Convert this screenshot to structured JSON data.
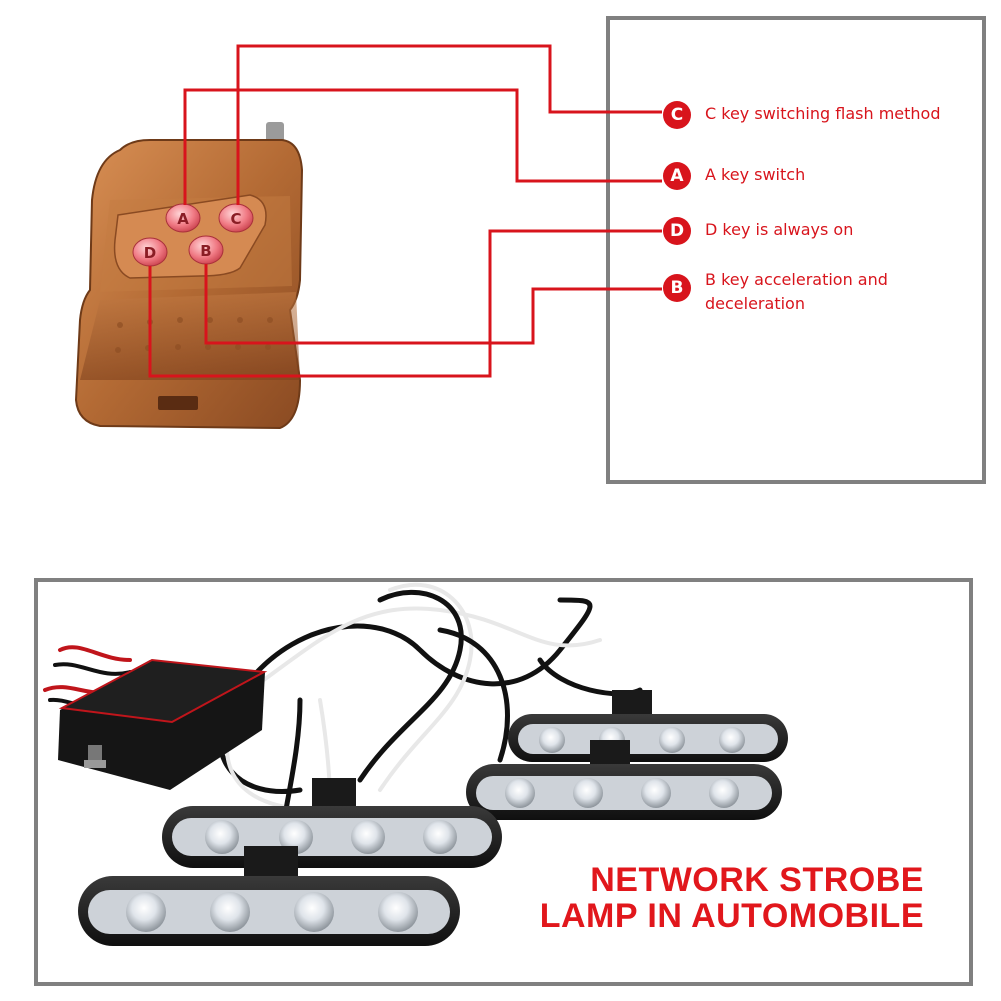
{
  "legend": [
    {
      "key": "C",
      "text": "C key switching flash method"
    },
    {
      "key": "A",
      "text": "A key switch"
    },
    {
      "key": "D",
      "text": "D key is always on"
    },
    {
      "key": "B",
      "text": "B key acceleration and\ndeceleration"
    }
  ],
  "remote": {
    "buttons": [
      "A",
      "C",
      "D",
      "B"
    ]
  },
  "product": {
    "title_line1": "NETWORK STROBE",
    "title_line2": "LAMP IN AUTOMOBILE"
  },
  "colors": {
    "accent": "#d8141c",
    "frame": "#808080",
    "remote_body": "#b8713a"
  }
}
